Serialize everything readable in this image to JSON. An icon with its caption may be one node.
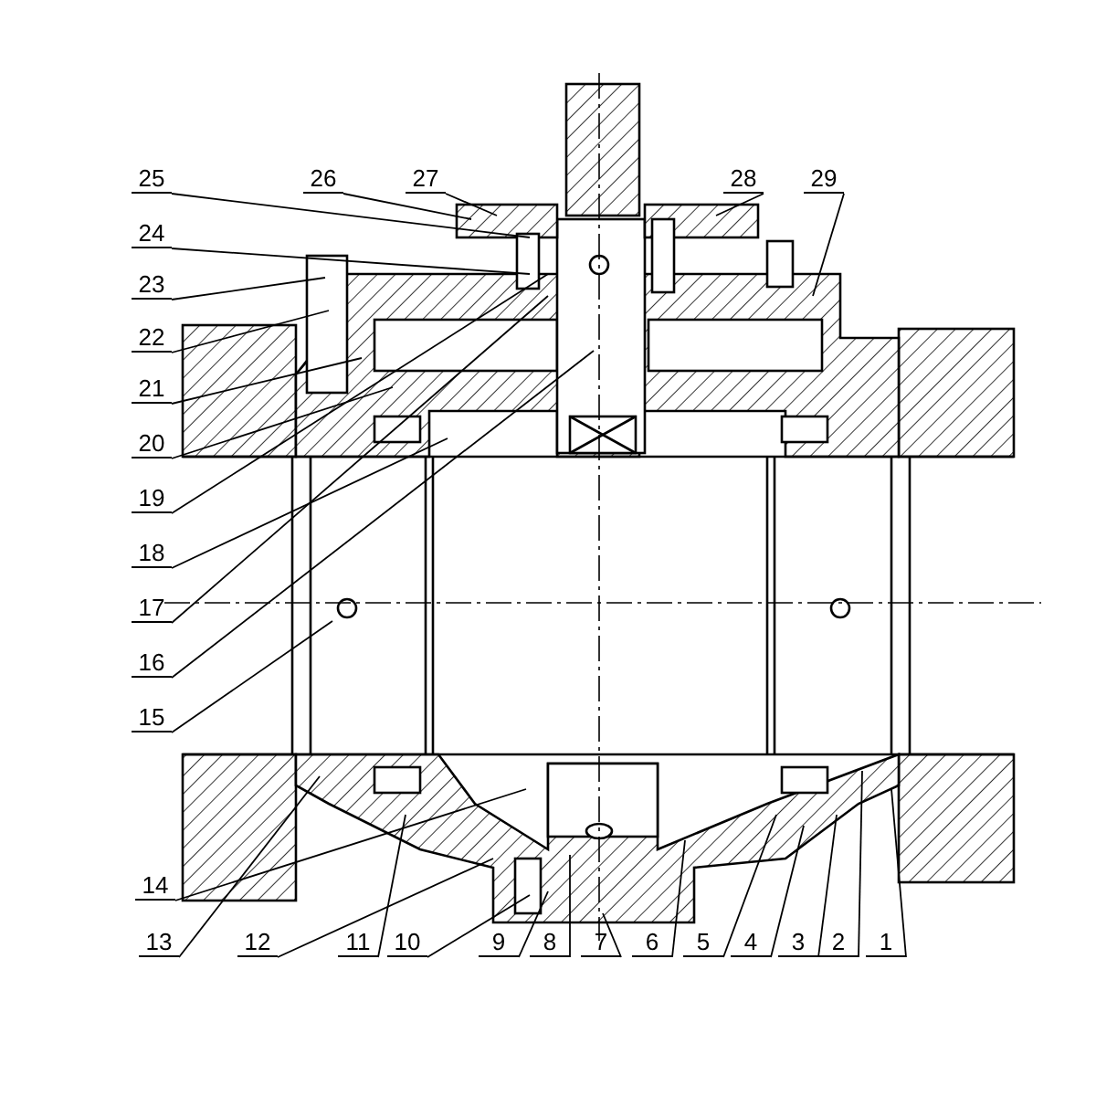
{
  "diagram": {
    "nodes": [
      {
        "text": [
          "25"
        ]
      },
      {
        "text": [
          "26"
        ]
      },
      {
        "text": [
          "27"
        ]
      },
      {
        "text": [
          "28"
        ]
      },
      {
        "text": [
          "29"
        ]
      },
      {
        "text": [
          "24"
        ]
      },
      {
        "text": [
          "23"
        ]
      },
      {
        "text": [
          "22"
        ]
      },
      {
        "text": [
          "21"
        ]
      },
      {
        "text": [
          "20"
        ]
      },
      {
        "text": [
          "19"
        ]
      },
      {
        "text": [
          "18"
        ]
      },
      {
        "text": [
          "17"
        ]
      },
      {
        "text": [
          "16"
        ]
      },
      {
        "text": [
          "15"
        ]
      },
      {
        "text": [
          "14"
        ]
      },
      {
        "text": [
          "13"
        ]
      },
      {
        "text": [
          "12"
        ]
      },
      {
        "text": [
          "11"
        ]
      },
      {
        "text": [
          "10"
        ]
      },
      {
        "text": [
          "9"
        ]
      },
      {
        "text": [
          "8"
        ]
      },
      {
        "text": [
          "7"
        ]
      },
      {
        "text": [
          "6"
        ]
      },
      {
        "text": [
          "5"
        ]
      },
      {
        "text": [
          "4"
        ]
      },
      {
        "text": [
          "3"
        ]
      },
      {
        "text": [
          "2"
        ]
      },
      {
        "text": [
          "1"
        ]
      }
    ],
    "edges": [
      {
        "from": 0,
        "to": null,
        "arrow": "none"
      },
      {
        "from": 1,
        "to": null,
        "arrow": "none"
      },
      {
        "from": 2,
        "to": null,
        "arrow": "none"
      },
      {
        "from": 3,
        "to": null,
        "arrow": "none"
      },
      {
        "from": 4,
        "to": null,
        "arrow": "none"
      },
      {
        "from": 5,
        "to": null,
        "arrow": "none"
      },
      {
        "from": 6,
        "to": null,
        "arrow": "none"
      },
      {
        "from": 7,
        "to": null,
        "arrow": "none"
      },
      {
        "from": 8,
        "to": null,
        "arrow": "none"
      },
      {
        "from": 9,
        "to": null,
        "arrow": "none"
      },
      {
        "from": 10,
        "to": null,
        "arrow": "none"
      },
      {
        "from": 11,
        "to": null,
        "arrow": "none"
      },
      {
        "from": 12,
        "to": null,
        "arrow": "none"
      },
      {
        "from": 13,
        "to": null,
        "arrow": "none"
      },
      {
        "from": 14,
        "to": null,
        "arrow": "none"
      },
      {
        "from": 15,
        "to": null,
        "arrow": "none"
      },
      {
        "from": 16,
        "to": null,
        "arrow": "none"
      },
      {
        "from": 17,
        "to": null,
        "arrow": "none"
      },
      {
        "from": 18,
        "to": null,
        "arrow": "none"
      },
      {
        "from": 19,
        "to": null,
        "arrow": "none"
      },
      {
        "from": 20,
        "to": null,
        "arrow": "none"
      },
      {
        "from": 21,
        "to": null,
        "arrow": "none"
      },
      {
        "from": 22,
        "to": null,
        "arrow": "none"
      },
      {
        "from": 23,
        "to": null,
        "arrow": "none"
      },
      {
        "from": 24,
        "to": null,
        "arrow": "none"
      },
      {
        "from": 25,
        "to": null,
        "arrow": "none"
      },
      {
        "from": 26,
        "to": null,
        "arrow": "none"
      },
      {
        "from": 27,
        "to": null,
        "arrow": "none"
      },
      {
        "from": 28,
        "to": null,
        "arrow": "none"
      }
    ]
  }
}
